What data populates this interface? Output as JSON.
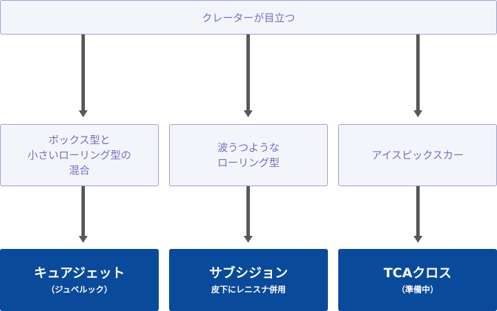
{
  "top": {
    "label": "クレーターが目立つ"
  },
  "middle": [
    {
      "lines": [
        "ボックス型と",
        "小さいローリング型の",
        "混合"
      ]
    },
    {
      "lines": [
        "波うつような",
        "ローリング型"
      ]
    },
    {
      "lines": [
        "アイスピックスカー"
      ]
    }
  ],
  "bottom": [
    {
      "main": "キュアジェット",
      "sub": "（ジュベルック）"
    },
    {
      "main": "サブシジョン",
      "sub": "皮下にレニスナ併用"
    },
    {
      "main": "TCAクロス",
      "sub": "（準備中）"
    }
  ],
  "colors": {
    "light_fill": "#f4f4fb",
    "light_border": "#9c9ccc",
    "light_text": "#6f6fc0",
    "dark_fill": "#0a4a9a",
    "arrow": "#555a5a"
  }
}
